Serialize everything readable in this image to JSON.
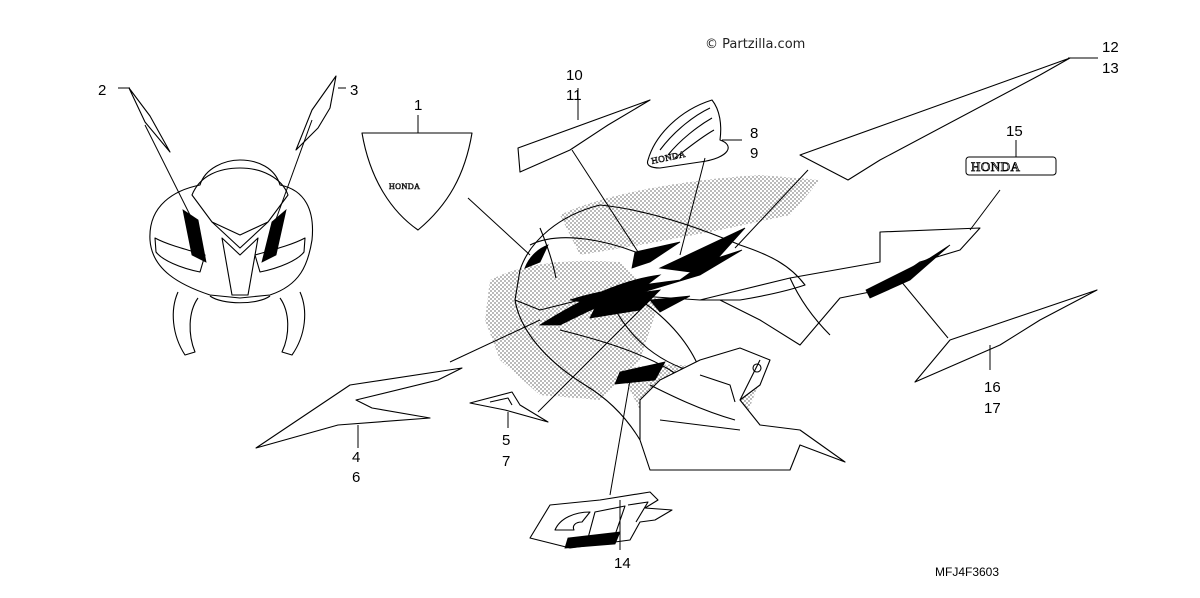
{
  "watermark": "© Partzilla.com",
  "diagram_code": "MFJ4F3603",
  "callouts": {
    "c1": "1",
    "c2": "2",
    "c3": "3",
    "c4": "4",
    "c6": "6",
    "c5": "5",
    "c7": "7",
    "c8": "8",
    "c9": "9",
    "c10": "10",
    "c11": "11",
    "c12": "12",
    "c13": "13",
    "c14": "14",
    "c15": "15",
    "c16": "16",
    "c17": "17"
  },
  "logo_text": {
    "honda_small": "HONDA",
    "honda_wing": "HONDA",
    "honda_large": "HONDA"
  }
}
